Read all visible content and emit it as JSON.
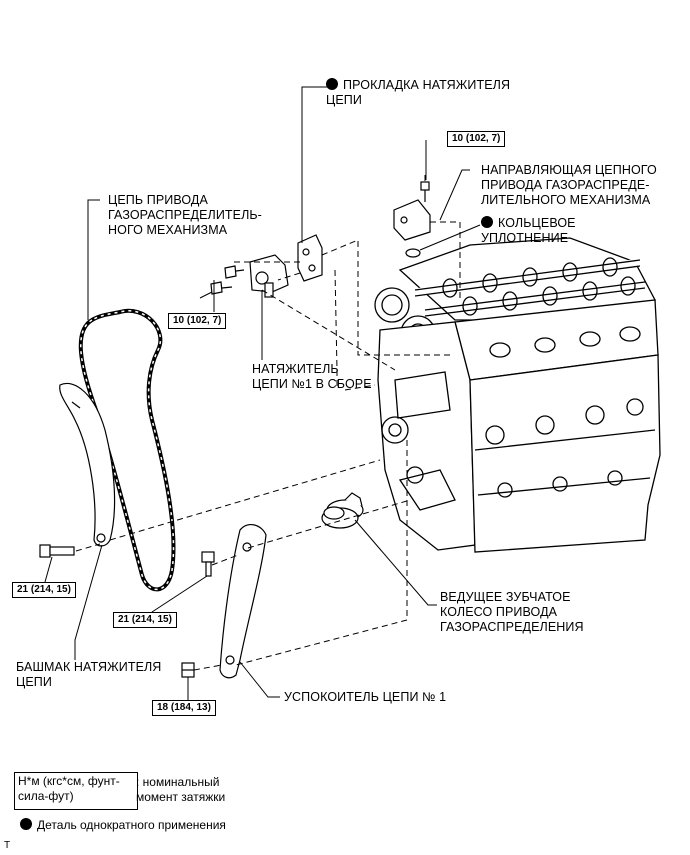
{
  "labels": {
    "gasket": "ПРОКЛАДКА НАТЯЖИТЕЛЯ\nЦЕПИ",
    "guide": "НАПРАВЛЯЮЩАЯ ЦЕПНОГО\nПРИВОДА ГАЗОРАСПРЕДЕ-\nЛИТЕЛЬНОГО МЕХАНИЗМА",
    "oring": "КОЛЬЦЕВОЕ\nУПЛОТНЕНИЕ",
    "chain": "ЦЕПЬ ПРИВОДА\nГАЗОРАСПРЕДЕЛИТЕЛЬ-\nНОГО МЕХАНИЗМА",
    "tensioner": "НАТЯЖИТЕЛЬ\nЦЕПИ №1 В СБОРЕ",
    "sprocket": "ВЕДУЩЕЕ ЗУБЧАТОЕ\nКОЛЕСО ПРИВОДА\nГАЗОРАСПРЕДЕЛЕНИЯ",
    "slipper": "БАШМАК НАТЯЖИТЕЛЯ\nЦЕПИ",
    "damper": "УСПОКОИТЕЛЬ ЦЕПИ № 1"
  },
  "torques": {
    "guide_bolt": "10 (102, 7)",
    "tensioner_bolts": "10 (102, 7)",
    "slipper_bolt": "21 (214, 15)",
    "damper_bolt": "21 (214, 15)",
    "damper_nut": "18 (184, 13)"
  },
  "legend": {
    "torque_box": "Н*м (кгс*см, фунт-\nсила-фут)",
    "torque_desc": ": номинальный\nмомент затяжки",
    "single_use": "Деталь однократного применения"
  },
  "corner_mark": "T"
}
